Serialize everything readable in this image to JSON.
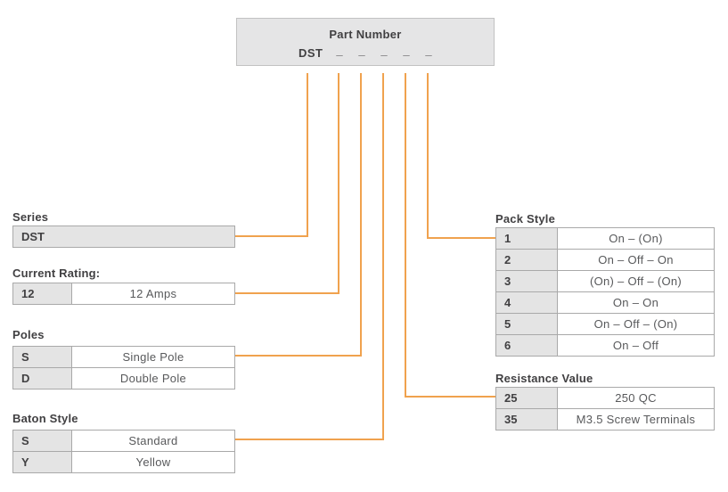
{
  "part_number_box": {
    "title": "Part Number",
    "prefix": "DST",
    "blanks": [
      "_",
      "_",
      "_",
      "_",
      "_"
    ]
  },
  "sections": {
    "series": {
      "title": "Series",
      "rows": [
        {
          "code": "DST",
          "label": ""
        }
      ]
    },
    "current_rating": {
      "title": "Current Rating:",
      "rows": [
        {
          "code": "12",
          "label": "12 Amps"
        }
      ]
    },
    "poles": {
      "title": "Poles",
      "rows": [
        {
          "code": "S",
          "label": "Single Pole"
        },
        {
          "code": "D",
          "label": "Double Pole"
        }
      ]
    },
    "baton_style": {
      "title": "Baton Style",
      "rows": [
        {
          "code": "S",
          "label": "Standard"
        },
        {
          "code": "Y",
          "label": "Yellow"
        }
      ]
    },
    "pack_style": {
      "title": "Pack Style",
      "rows": [
        {
          "code": "1",
          "label": "On – (On)"
        },
        {
          "code": "2",
          "label": "On – Off – On"
        },
        {
          "code": "3",
          "label": "(On) – Off – (On)"
        },
        {
          "code": "4",
          "label": "On – On"
        },
        {
          "code": "5",
          "label": "On – Off – (On)"
        },
        {
          "code": "6",
          "label": "On – Off"
        }
      ]
    },
    "resistance_value": {
      "title": "Resistance Value",
      "rows": [
        {
          "code": "25",
          "label": "250 QC"
        },
        {
          "code": "35",
          "label": "M3.5 Screw Terminals"
        }
      ]
    }
  },
  "colors": {
    "connector_orange": "#f0a24e",
    "cell_gray": "#e4e4e4",
    "box_gray": "#e5e5e6",
    "table_border": "#a9a9a9",
    "text_dark": "#414042",
    "text_value": "#58595b"
  }
}
